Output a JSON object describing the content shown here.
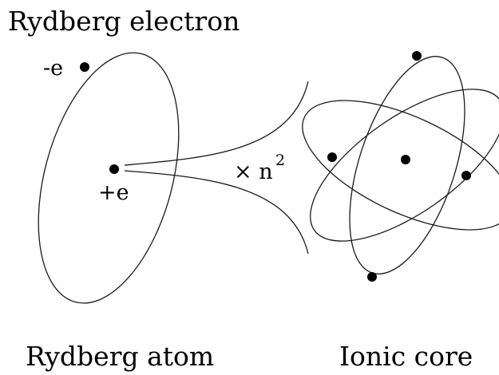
{
  "labels": {
    "top_title": "Rydberg electron",
    "electron_charge": "-e",
    "nucleus_charge": "+e",
    "magnification_prefix": "× n",
    "magnification_exponent": "2",
    "bottom_left": "Rydberg atom",
    "bottom_right": "Ionic core"
  },
  "colors": {
    "stroke": "#1a1a1a",
    "dot": "#000000",
    "background": "#ffffff"
  }
}
